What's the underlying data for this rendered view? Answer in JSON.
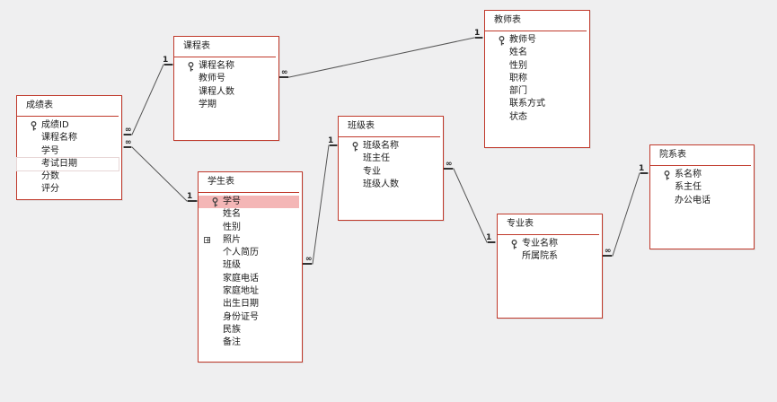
{
  "tables": {
    "score": {
      "title": "成绩表",
      "fields": [
        "成绩ID",
        "课程名称",
        "学号",
        "考试日期",
        "分数",
        "评分"
      ]
    },
    "course": {
      "title": "课程表",
      "fields": [
        "课程名称",
        "教师号",
        "课程人数",
        "学期"
      ]
    },
    "teacher": {
      "title": "教师表",
      "fields": [
        "教师号",
        "姓名",
        "性别",
        "职称",
        "部门",
        "联系方式",
        "状态"
      ]
    },
    "student": {
      "title": "学生表",
      "fields": [
        "学号",
        "姓名",
        "性别",
        "照片",
        "个人简历",
        "班级",
        "家庭电话",
        "家庭地址",
        "出生日期",
        "身份证号",
        "民族",
        "备注"
      ]
    },
    "class": {
      "title": "班级表",
      "fields": [
        "班级名称",
        "班主任",
        "专业",
        "班级人数"
      ]
    },
    "major": {
      "title": "专业表",
      "fields": [
        "专业名称",
        "所属院系"
      ]
    },
    "dept": {
      "title": "院系表",
      "fields": [
        "系名称",
        "系主任",
        "办公电话"
      ]
    }
  },
  "cardinality": {
    "one": "1",
    "many": "∞"
  },
  "icons": {
    "primary_key": "key-icon",
    "expand": "plus-box-icon"
  },
  "colors": {
    "table_border": "#c0392b",
    "highlight": "#f4b6b6",
    "background": "#efeff0"
  }
}
